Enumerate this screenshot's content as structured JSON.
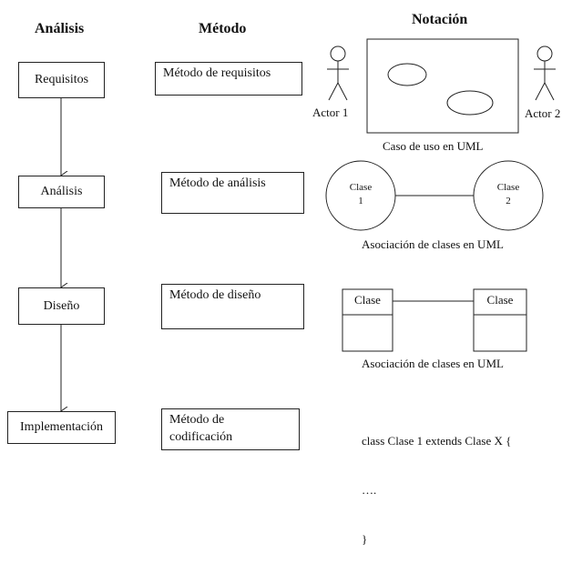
{
  "headers": {
    "analysis": "Análisis",
    "method": "Método",
    "notation": "Notación"
  },
  "stages": [
    {
      "label": "Requisitos"
    },
    {
      "label": "Análisis"
    },
    {
      "label": "Diseño"
    },
    {
      "label": "Implementación"
    }
  ],
  "methods": [
    {
      "lines": [
        "Método de requisitos"
      ]
    },
    {
      "lines": [
        "Método de análisis"
      ]
    },
    {
      "lines": [
        "Método de diseño"
      ]
    },
    {
      "lines": [
        "Método de",
        "codificación"
      ]
    }
  ],
  "notation": {
    "use_case": {
      "actor_left": "Actor 1",
      "actor_right": "Actor 2",
      "caption": "Caso de uso en UML"
    },
    "association": {
      "class_left": [
        "Clase",
        "1"
      ],
      "class_right": [
        "Clase",
        "2"
      ],
      "caption": "Asociación de clases en UML"
    },
    "class_diagram": {
      "class_left": "Clase",
      "class_right": "Clase",
      "caption": "Asociación de clases en UML"
    },
    "code": [
      "class Clase 1 extends Clase X {",
      "….",
      "}"
    ]
  }
}
